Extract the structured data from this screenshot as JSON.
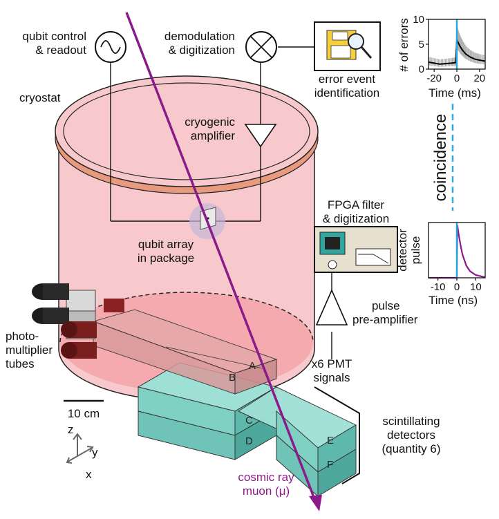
{
  "labels": {
    "qubit_control_1": "qubit control",
    "qubit_control_2": "& readout",
    "demod_1": "demodulation",
    "demod_2": "& digitization",
    "error_event_1": "error event",
    "error_event_2": "identification",
    "cryostat": "cryostat",
    "cryo_amp_1": "cryogenic",
    "cryo_amp_2": "amplifier",
    "coincidence": "coincidence",
    "fpga_1": "FPGA filter",
    "fpga_2": "& digitization",
    "qubit_array_1": "qubit array",
    "qubit_array_2": "in package",
    "pulse_preamp_1": "pulse",
    "pulse_preamp_2": "pre-amplifier",
    "pmt_signals_1": "x6 PMT",
    "pmt_signals_2": "signals",
    "pmt_1": "photo-",
    "pmt_2": "multiplier",
    "pmt_3": "tubes",
    "scint_1": "scintillating",
    "scint_2": "detectors",
    "scint_3": "(quantity 6)",
    "scale_bar": "10 cm",
    "muon_1": "cosmic ray",
    "muon_2": "muon (μ)",
    "axis_z": "z",
    "axis_y": "y",
    "axis_x": "x",
    "det_a": "A",
    "det_b": "B",
    "det_c": "C",
    "det_d": "D",
    "det_e": "E",
    "det_f": "F"
  },
  "colors": {
    "cryostat_fill": "#f7c9cc",
    "cryostat_ring": "#e89a7e",
    "muon": "#8b1a8b",
    "coincidence_line": "#29a9e0",
    "scintillator": "#7fd1c4",
    "scintillator_dark": "#3f9f92",
    "error_trace": "#000000",
    "error_noise": "#b0b0b0",
    "pulse_trace": "#8b1a8b"
  },
  "chart_data": [
    {
      "type": "line",
      "title": "",
      "xlabel": "Time (ms)",
      "ylabel": "# of errors",
      "xlim": [
        -25,
        25
      ],
      "ylim": [
        0,
        10
      ],
      "xticks": [
        "-20",
        "0",
        "20"
      ],
      "yticks": [
        "0",
        "5",
        "10"
      ],
      "marker_x": 0,
      "series": [
        {
          "x": [
            -25,
            -20,
            -15,
            -10,
            -5,
            -1,
            0,
            1,
            3,
            5,
            8,
            12,
            16,
            20,
            25
          ],
          "values": [
            1.4,
            1.2,
            1.0,
            1.1,
            1.2,
            1.3,
            6.0,
            5.4,
            4.5,
            3.8,
            3.0,
            2.4,
            2.0,
            1.8,
            1.6
          ]
        }
      ]
    },
    {
      "type": "line",
      "title": "",
      "xlabel": "Time (ns)",
      "ylabel": "detector pulse",
      "xlim": [
        -15,
        15
      ],
      "ylim": [
        0,
        1
      ],
      "xticks": [
        "-10",
        "0",
        "10"
      ],
      "marker_x": 0,
      "series": [
        {
          "x": [
            -15,
            -10,
            -5,
            0,
            0.3,
            1,
            2,
            3,
            5,
            7,
            10,
            15
          ],
          "values": [
            0,
            0,
            0,
            0,
            0.95,
            0.78,
            0.58,
            0.42,
            0.22,
            0.12,
            0.05,
            0.01
          ]
        }
      ]
    }
  ]
}
